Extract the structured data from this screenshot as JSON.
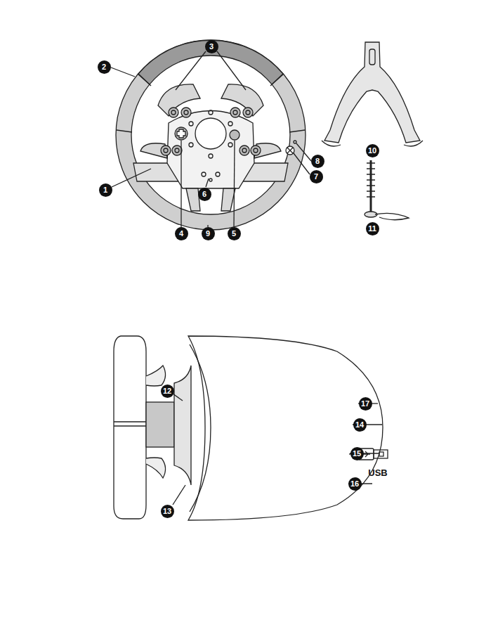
{
  "diagram": {
    "labels": [
      "2",
      "3",
      "1",
      "8",
      "7",
      "6",
      "4",
      "9",
      "5",
      "10",
      "11",
      "12",
      "17",
      "14",
      "15",
      "16",
      "13",
      "USB"
    ]
  }
}
